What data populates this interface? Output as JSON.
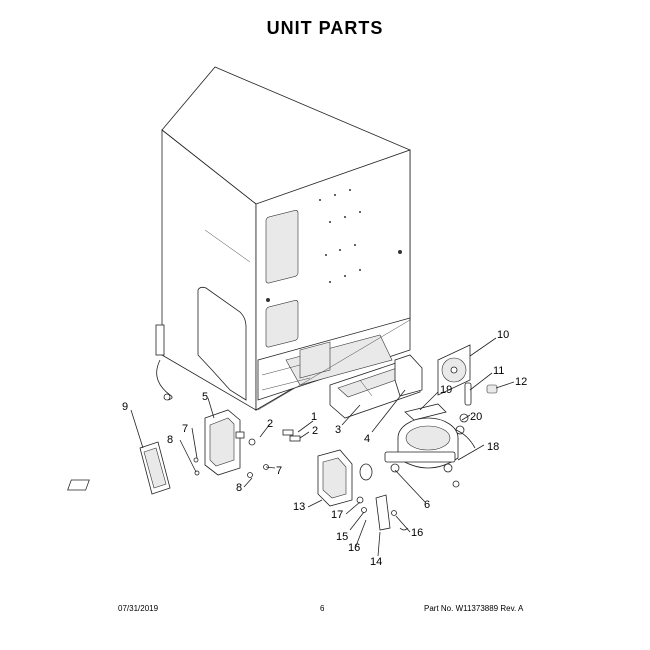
{
  "header": {
    "title": "UNIT PARTS"
  },
  "callouts": [
    {
      "id": "c1",
      "text": "1"
    },
    {
      "id": "c2a",
      "text": "2"
    },
    {
      "id": "c2b",
      "text": "2"
    },
    {
      "id": "c3",
      "text": "3"
    },
    {
      "id": "c4",
      "text": "4"
    },
    {
      "id": "c5",
      "text": "5"
    },
    {
      "id": "c6",
      "text": "6"
    },
    {
      "id": "c7a",
      "text": "7"
    },
    {
      "id": "c7b",
      "text": "7"
    },
    {
      "id": "c8a",
      "text": "8"
    },
    {
      "id": "c8b",
      "text": "8"
    },
    {
      "id": "c9",
      "text": "9"
    },
    {
      "id": "c10",
      "text": "10"
    },
    {
      "id": "c11",
      "text": "11"
    },
    {
      "id": "c12",
      "text": "12"
    },
    {
      "id": "c13",
      "text": "13"
    },
    {
      "id": "c14",
      "text": "14"
    },
    {
      "id": "c15",
      "text": "15"
    },
    {
      "id": "c16a",
      "text": "16"
    },
    {
      "id": "c16b",
      "text": "16"
    },
    {
      "id": "c17",
      "text": "17"
    },
    {
      "id": "c18",
      "text": "18"
    },
    {
      "id": "c19",
      "text": "19"
    },
    {
      "id": "c20",
      "text": "20"
    }
  ],
  "footer": {
    "date": "07/31/2019",
    "page": "6",
    "part_no": "Part No. W11373889  Rev. A"
  }
}
